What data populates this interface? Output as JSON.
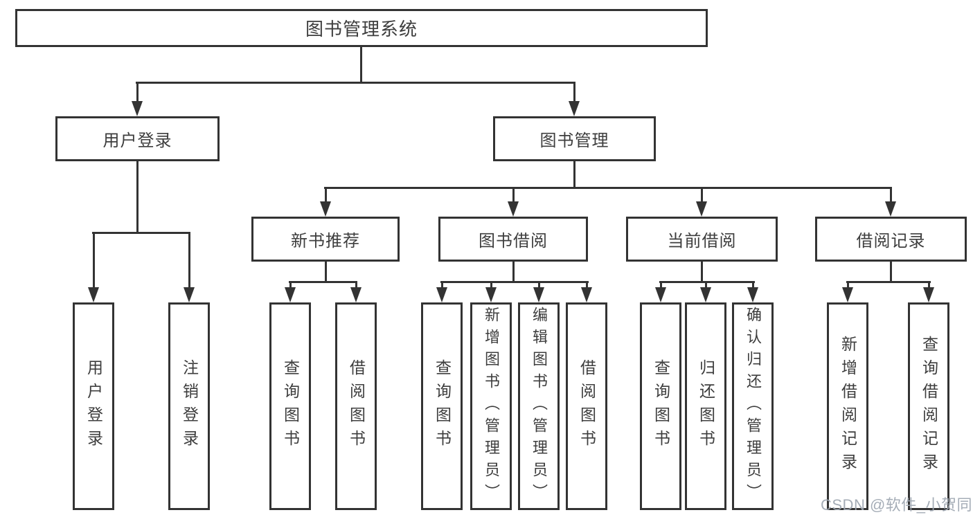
{
  "diagram": {
    "root": {
      "label": "图书管理系统"
    },
    "login": {
      "label": "用户登录",
      "children": {
        "login": "用户登录",
        "logout": "注销登录"
      }
    },
    "management": {
      "label": "图书管理",
      "sections": {
        "new_books": {
          "label": "新书推荐",
          "children": {
            "query": "查询图书",
            "borrow": "借阅图书"
          }
        },
        "borrowing": {
          "label": "图书借阅",
          "children": {
            "query": "查询图书",
            "add": "新增图书（管理员）",
            "edit": "编辑图书（管理员）",
            "borrow": "借阅图书"
          }
        },
        "current": {
          "label": "当前借阅",
          "children": {
            "query": "查询图书",
            "return": "归还图书",
            "confirm": "确认归还（管理员）"
          }
        },
        "records": {
          "label": "借阅记录",
          "children": {
            "add": "新增借阅记录",
            "query": "查询借阅记录"
          }
        }
      }
    }
  },
  "watermark": {
    "text": "CSDN @软件_小贺同学"
  },
  "colors": {
    "line": "#333333",
    "box_border": "#333333",
    "text": "#3d3d3d",
    "watermark": "#9ea7b1",
    "background": "#ffffff"
  }
}
